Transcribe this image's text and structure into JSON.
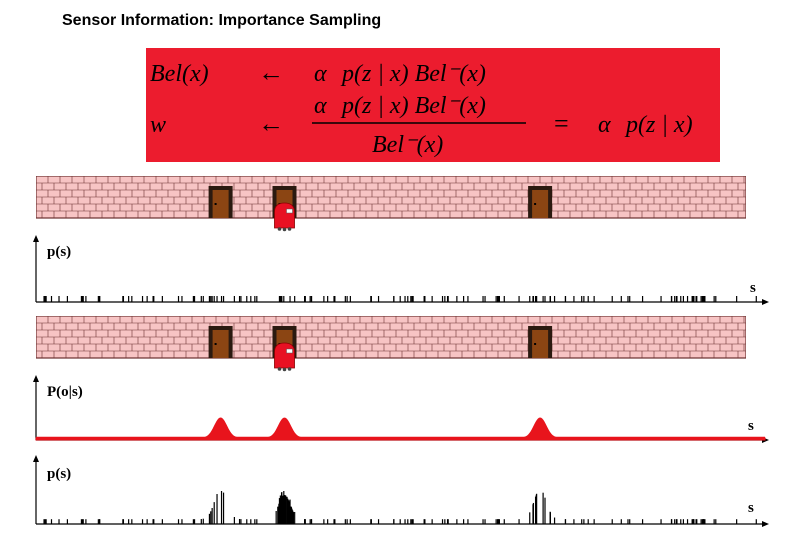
{
  "slide": {
    "title": "Sensor Information: Importance Sampling"
  },
  "formula": {
    "row1_lhs": "Bel(x)",
    "arrow": "←",
    "alpha": "α",
    "row1_rhs": "p(z | x) Bel⁻(x)",
    "row2_lhs": "w",
    "row2_num": "p(z | x) Bel⁻(x)",
    "row2_den": "Bel⁻(x)",
    "equals": "=",
    "row2_result": "p(z | x)"
  },
  "colors": {
    "formula_bg": "#ec1c2e",
    "brick": "#f7c4c4",
    "mortar": "#6b3030",
    "door": "#8b4513",
    "door_frame": "#2b1a10",
    "robot": "#e81123",
    "likelihood": "#e8141c",
    "axis": "#000000"
  },
  "icons": {
    "robot": "robot-icon",
    "door": "door-icon"
  },
  "panels": {
    "prior": {
      "ylabel": "p(s)",
      "xlabel": "s"
    },
    "observation": {
      "ylabel": "P(o|s)",
      "xlabel": "s"
    },
    "posterior": {
      "ylabel": "p(s)",
      "xlabel": "s"
    }
  },
  "environment": {
    "door_positions_s": [
      0.26,
      0.35,
      0.71
    ],
    "robot_position_s": 0.35
  }
}
